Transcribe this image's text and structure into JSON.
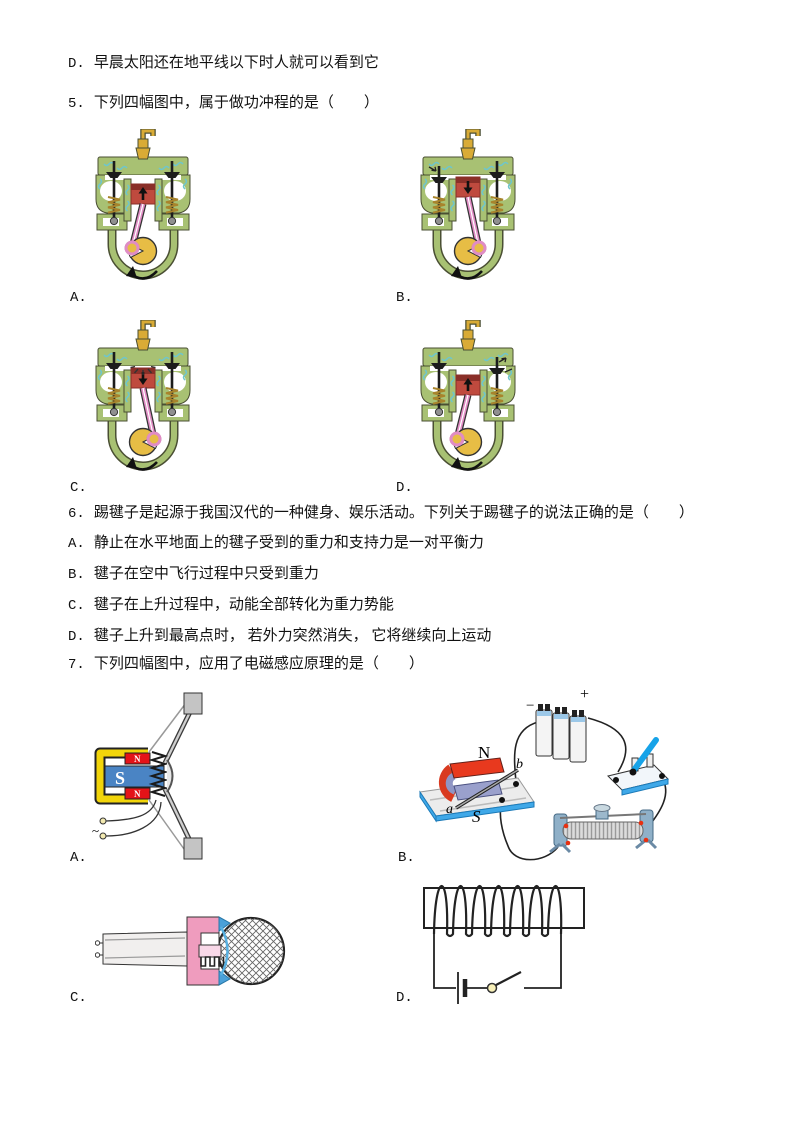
{
  "page": {
    "prev_question": {
      "option_d": {
        "letter": "D.",
        "text": "早晨太阳还在地平线以下时人就可以看到它"
      }
    },
    "q5": {
      "stem": {
        "number": "5.",
        "text": "下列四幅图中，属于做功冲程的是（　　）"
      },
      "figures": [
        {
          "label": "A.",
          "name": "engine-compression-stroke",
          "piston_arrow": "up",
          "spark": false,
          "valve_open": "none",
          "flow_arrow": "none",
          "crank_side": "left"
        },
        {
          "label": "B.",
          "name": "engine-intake-stroke",
          "piston_arrow": "down",
          "spark": false,
          "valve_open": "left",
          "flow_arrow": "intake",
          "crank_side": "right"
        },
        {
          "label": "C.",
          "name": "engine-power-stroke",
          "piston_arrow": "down",
          "spark": true,
          "valve_open": "none",
          "flow_arrow": "none",
          "crank_side": "right"
        },
        {
          "label": "D.",
          "name": "engine-exhaust-stroke",
          "piston_arrow": "up",
          "spark": false,
          "valve_open": "right",
          "flow_arrow": "exhaust",
          "crank_side": "left"
        }
      ]
    },
    "q6": {
      "stem": {
        "number": "6.",
        "text": "踢毽子是起源于我国汉代的一种健身、娱乐活动。下列关于踢毽子的说法正确的是（　　）"
      },
      "options": [
        {
          "letter": "A.",
          "text": "静止在水平地面上的毽子受到的重力和支持力是一对平衡力"
        },
        {
          "letter": "B.",
          "text": "毽子在空中飞行过程中只受到重力"
        },
        {
          "letter": "C.",
          "text": "毽子在上升过程中，动能全部转化为重力势能"
        },
        {
          "letter": "D.",
          "text": "毽子上升到最高点时， 若外力突然消失， 它将继续向上运动"
        }
      ]
    },
    "q7": {
      "stem": {
        "number": "7.",
        "text": "下列四幅图中，应用了电磁感应原理的是（　　）"
      },
      "figures": [
        {
          "label": "A.",
          "name": "loudspeaker",
          "labels": {
            "top_pole": "N",
            "center_pole": "S",
            "bottom_pole": "N",
            "source": "~"
          }
        },
        {
          "label": "B.",
          "name": "conductor-force-experiment",
          "labels": {
            "n": "N",
            "s": "S",
            "a": "a",
            "b": "b",
            "minus": "−",
            "plus": "+"
          }
        },
        {
          "label": "C.",
          "name": "microphone"
        },
        {
          "label": "D.",
          "name": "electromagnet-circuit"
        }
      ]
    },
    "palette": {
      "engine_body": "#a8c173",
      "engine_outline": "#4a4f33",
      "water_jacket": "#6ec6cd",
      "spark_plug": "#d9ab36",
      "piston": "#bf4a3e",
      "rod": "#e08cc4",
      "crank": "#e7bd45",
      "magnet_n_red": "#e8391e",
      "magnet_s_blue": "#9aa0cc",
      "speaker_frame_yellow": "#f2d50a",
      "speaker_pole_blue": "#4a84c4",
      "board_edge_blue": "#3fa8e8",
      "mic_magnet_pink": "#ef9cbe"
    }
  }
}
